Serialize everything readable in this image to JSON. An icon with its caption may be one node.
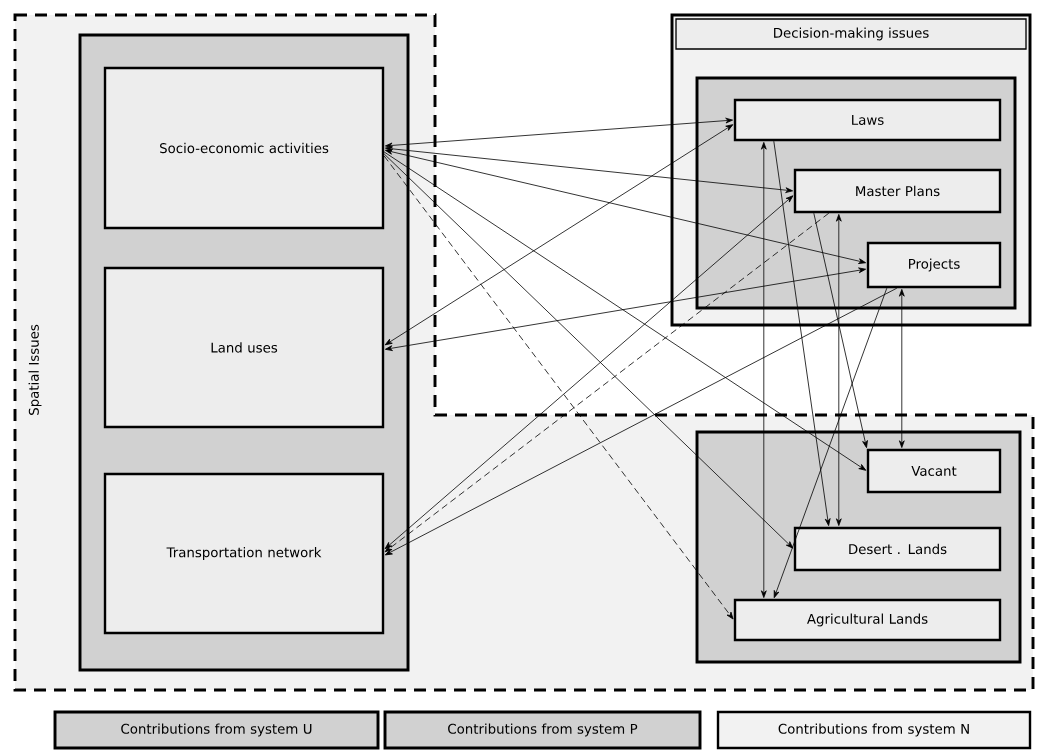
{
  "diagram": {
    "nodes": [
      {
        "text": [
          "Spatial Issues"
        ]
      },
      {
        "text": [],
        "shape": "box",
        "in": 0
      },
      {
        "text": [
          "Socio-economic activities"
        ],
        "in": 1
      },
      {
        "text": [
          "Land uses"
        ],
        "in": 1
      },
      {
        "text": [
          "Transportation network"
        ],
        "in": 1
      },
      {
        "text": [
          "Decision-making issues"
        ]
      },
      {
        "text": [],
        "shape": "box",
        "in": 5
      },
      {
        "text": [
          "Laws"
        ],
        "in": 6
      },
      {
        "text": [
          "Master Plans"
        ],
        "in": 6
      },
      {
        "text": [
          "Projects"
        ],
        "in": 6
      },
      {
        "text": [],
        "shape": "box",
        "in": 0
      },
      {
        "text": [
          "Vacant"
        ],
        "in": 10
      },
      {
        "text": [
          "Desert . Lands"
        ],
        "in": 10
      },
      {
        "text": [
          "Agricultural Lands"
        ],
        "in": 10
      },
      {
        "text": [
          "Contributions from system U"
        ]
      },
      {
        "text": [
          "Contributions from system P"
        ]
      },
      {
        "text": [
          "Contributions from system N"
        ]
      }
    ],
    "edges": [
      {
        "from": 2,
        "to": 7,
        "arrow": "both"
      },
      {
        "from": 2,
        "to": 8,
        "arrow": "both"
      },
      {
        "from": 2,
        "to": 9,
        "arrow": "both"
      },
      {
        "from": 2,
        "to": 11,
        "arrow": "to"
      },
      {
        "from": 2,
        "to": 12,
        "arrow": "to"
      },
      {
        "from": 2,
        "to": 13,
        "arrow": "to",
        "style": "dashed"
      },
      {
        "from": 7,
        "to": 3,
        "arrow": "both"
      },
      {
        "from": 9,
        "to": 3,
        "arrow": "both"
      },
      {
        "from": 8,
        "to": 4,
        "arrow": "both"
      },
      {
        "from": 9,
        "to": 4,
        "arrow": "to"
      },
      {
        "from": 8,
        "to": 4,
        "arrow": "to",
        "style": "dashed"
      },
      {
        "from": 7,
        "to": 13,
        "arrow": "both"
      },
      {
        "from": 8,
        "to": 12,
        "arrow": "both"
      },
      {
        "from": 9,
        "to": 11,
        "arrow": "both"
      },
      {
        "from": 7,
        "to": 12,
        "arrow": "to"
      },
      {
        "from": 8,
        "to": 11,
        "arrow": "to"
      },
      {
        "from": 9,
        "to": 13,
        "arrow": "to"
      }
    ]
  }
}
